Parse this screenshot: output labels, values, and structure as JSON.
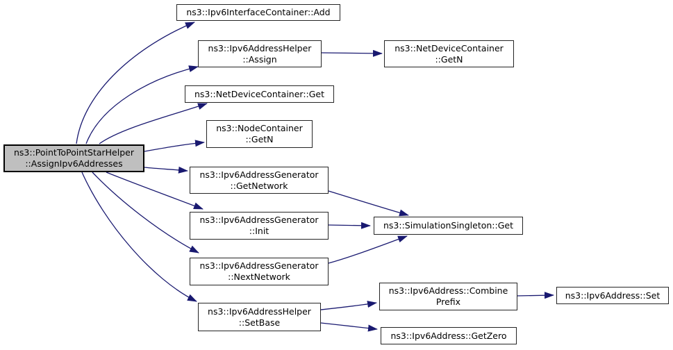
{
  "colors": {
    "background": "#ffffff",
    "edge": "#191970",
    "node_border": "#242424",
    "node_fill": "#ffffff",
    "focus_node_fill": "#bfbfbf",
    "text": "#000000"
  },
  "graph": {
    "type": "call-graph",
    "focus_node": "ns3::PointToPointStarHelper::AssignIpv6Addresses",
    "nodes": [
      {
        "id": "point-to-point-star-helper-assign-ipv6-addresses",
        "focus": true,
        "lines": [
          "ns3::PointToPointStarHelper",
          "::AssignIpv6Addresses"
        ]
      },
      {
        "id": "ipv6-interface-container-add",
        "lines": [
          "ns3::Ipv6InterfaceContainer::Add"
        ]
      },
      {
        "id": "ipv6-address-helper-assign",
        "lines": [
          "ns3::Ipv6AddressHelper",
          "::Assign"
        ]
      },
      {
        "id": "net-device-container-get-n",
        "lines": [
          "ns3::NetDeviceContainer",
          "::GetN"
        ]
      },
      {
        "id": "net-device-container-get",
        "lines": [
          "ns3::NetDeviceContainer::Get"
        ]
      },
      {
        "id": "node-container-get-n",
        "lines": [
          "ns3::NodeContainer",
          "::GetN"
        ]
      },
      {
        "id": "ipv6-address-generator-get-network",
        "lines": [
          "ns3::Ipv6AddressGenerator",
          "::GetNetwork"
        ]
      },
      {
        "id": "ipv6-address-generator-init",
        "lines": [
          "ns3::Ipv6AddressGenerator",
          "::Init"
        ]
      },
      {
        "id": "ipv6-address-generator-next-network",
        "lines": [
          "ns3::Ipv6AddressGenerator",
          "::NextNetwork"
        ]
      },
      {
        "id": "ipv6-address-helper-set-base",
        "lines": [
          "ns3::Ipv6AddressHelper",
          "::SetBase"
        ]
      },
      {
        "id": "simulation-singleton-get",
        "lines": [
          "ns3::SimulationSingleton::Get"
        ]
      },
      {
        "id": "ipv6-address-combine-prefix",
        "lines": [
          "ns3::Ipv6Address::Combine",
          "Prefix"
        ]
      },
      {
        "id": "ipv6-address-set",
        "lines": [
          "ns3::Ipv6Address::Set"
        ]
      },
      {
        "id": "ipv6-address-get-zero",
        "lines": [
          "ns3::Ipv6Address::GetZero"
        ]
      }
    ],
    "edges": [
      {
        "from": "point-to-point-star-helper-assign-ipv6-addresses",
        "to": "ipv6-interface-container-add"
      },
      {
        "from": "point-to-point-star-helper-assign-ipv6-addresses",
        "to": "ipv6-address-helper-assign"
      },
      {
        "from": "point-to-point-star-helper-assign-ipv6-addresses",
        "to": "net-device-container-get"
      },
      {
        "from": "point-to-point-star-helper-assign-ipv6-addresses",
        "to": "node-container-get-n"
      },
      {
        "from": "point-to-point-star-helper-assign-ipv6-addresses",
        "to": "ipv6-address-generator-get-network"
      },
      {
        "from": "point-to-point-star-helper-assign-ipv6-addresses",
        "to": "ipv6-address-generator-init"
      },
      {
        "from": "point-to-point-star-helper-assign-ipv6-addresses",
        "to": "ipv6-address-generator-next-network"
      },
      {
        "from": "point-to-point-star-helper-assign-ipv6-addresses",
        "to": "ipv6-address-helper-set-base"
      },
      {
        "from": "ipv6-address-helper-assign",
        "to": "net-device-container-get-n"
      },
      {
        "from": "ipv6-address-generator-get-network",
        "to": "simulation-singleton-get"
      },
      {
        "from": "ipv6-address-generator-init",
        "to": "simulation-singleton-get"
      },
      {
        "from": "ipv6-address-generator-next-network",
        "to": "simulation-singleton-get"
      },
      {
        "from": "ipv6-address-helper-set-base",
        "to": "ipv6-address-combine-prefix"
      },
      {
        "from": "ipv6-address-helper-set-base",
        "to": "ipv6-address-get-zero"
      },
      {
        "from": "ipv6-address-combine-prefix",
        "to": "ipv6-address-set"
      }
    ]
  }
}
